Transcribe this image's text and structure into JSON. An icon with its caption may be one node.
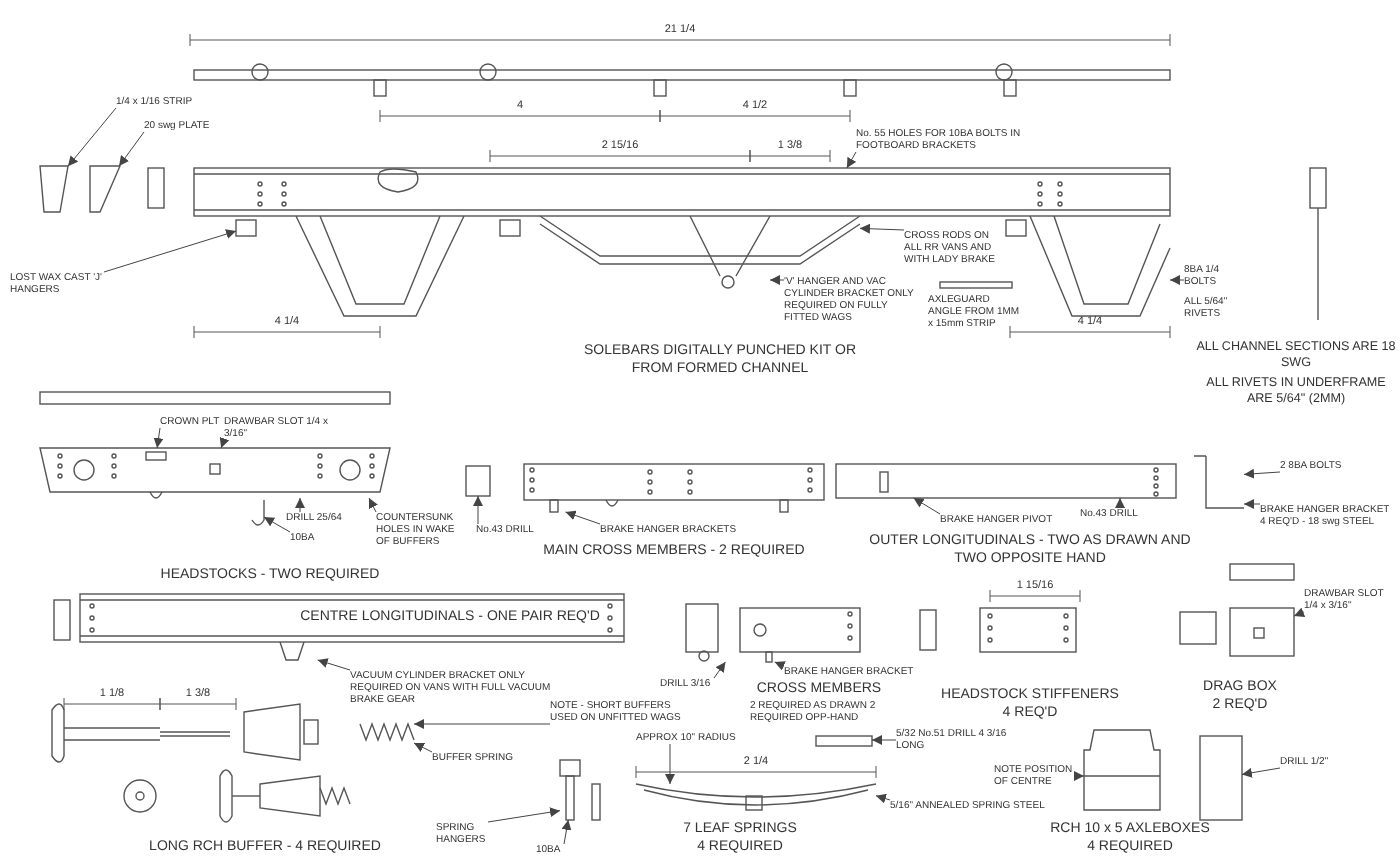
{
  "diagram": {
    "nodes": [
      {
        "text": [
          "1/4 x 1/16 STRIP"
        ]
      },
      {
        "text": [
          "20 swg PLATE"
        ]
      },
      {
        "text": [
          "LOST WAX CAST 'J' HANGERS"
        ]
      },
      {
        "text": [
          "No. 55 HOLES FOR 10BA BOLTS IN FOOTBOARD BRACKETS"
        ]
      },
      {
        "text": [
          "'V' HANGER AND VAC CYLINDER BRACKET ONLY REQUIRED ON FULLY FITTED WAGS"
        ]
      },
      {
        "text": [
          "CROSS RODS ON ALL RR VANS AND WITH LADY BRAKE"
        ]
      },
      {
        "text": [
          "8BA 1/4 BOLTS"
        ]
      },
      {
        "text": [
          "DRAWBAR SLOT 1/4 x 3/16\""
        ]
      },
      {
        "text": [
          "CROWN PLT"
        ]
      },
      {
        "text": [
          "DRILL 25/64"
        ]
      },
      {
        "text": [
          "10BA"
        ]
      },
      {
        "text": [
          "COUNTERSUNK HOLES IN WAKE OF BUFFERS"
        ]
      },
      {
        "text": [
          "No.43 DRILL"
        ]
      },
      {
        "text": [
          "BRAKE HANGER BRACKETS"
        ]
      },
      {
        "text": [
          "BRAKE HANGER PIVOT"
        ]
      },
      {
        "text": [
          "No.43 DRILL"
        ]
      },
      {
        "text": [
          "2 8BA BOLTS"
        ]
      },
      {
        "text": [
          "BRAKE HANGER BRACKET 4 REQ'D - 18 swg STEEL"
        ]
      },
      {
        "text": [
          "DRILL 3/16"
        ]
      },
      {
        "text": [
          "BRAKE HANGER BRACKET"
        ]
      },
      {
        "text": [
          "DRAWBAR SLOT 1/4 x 3/16\""
        ]
      },
      {
        "text": [
          "VACUUM CYLINDER BRACKET ONLY REQUIRED ON VANS WITH FULL VACUUM BRAKE GEAR"
        ]
      },
      {
        "text": [
          "NOTE - SHORT BUFFERS USED ON UNFITTED WAGS"
        ]
      },
      {
        "text": [
          "BUFFER SPRING"
        ]
      },
      {
        "text": [
          "SPRING HANGERS"
        ]
      },
      {
        "text": [
          "10BA"
        ]
      },
      {
        "text": [
          "APPROX 10\" RADIUS"
        ]
      },
      {
        "text": [
          "5/16\" ANNEALED SPRING STEEL"
        ]
      },
      {
        "text": [
          "5/32 No.51 DRILL 4 3/16 LONG"
        ]
      },
      {
        "text": [
          "NOTE POSITION OF CENTRE"
        ]
      },
      {
        "text": [
          "DRILL 1/2\""
        ]
      },
      {
        "text": [],
        "shape": "picture"
      },
      {
        "text": [],
        "shape": "picture"
      },
      {
        "text": [],
        "shape": "box"
      },
      {
        "text": [],
        "shape": "picture"
      },
      {
        "text": [],
        "shape": "picture"
      },
      {
        "text": [],
        "shape": "picture"
      },
      {
        "text": [],
        "shape": "picture"
      },
      {
        "text": [],
        "shape": "picture"
      },
      {
        "text": [],
        "shape": "picture"
      },
      {
        "text": [],
        "shape": "picture"
      },
      {
        "text": [],
        "shape": "picture"
      },
      {
        "text": [],
        "shape": "picture"
      },
      {
        "text": [],
        "shape": "picture"
      },
      {
        "text": [],
        "shape": "picture"
      },
      {
        "text": [],
        "shape": "picture"
      },
      {
        "text": [],
        "shape": "picture"
      },
      {
        "text": [],
        "shape": "picture"
      },
      {
        "text": [],
        "shape": "picture"
      },
      {
        "text": [],
        "shape": "picture"
      },
      {
        "text": [],
        "shape": "picture"
      },
      {
        "text": [],
        "shape": "picture"
      },
      {
        "text": [],
        "shape": "box"
      }
    ],
    "edges": [
      {
        "from": 0,
        "to": 31,
        "arrow": "to"
      },
      {
        "from": 1,
        "to": 32,
        "arrow": "to"
      },
      {
        "from": 2,
        "to": 33,
        "arrow": "to"
      },
      {
        "from": 3,
        "to": 34,
        "arrow": "to"
      },
      {
        "from": 4,
        "to": 35,
        "arrow": "to"
      },
      {
        "from": 5,
        "to": 36,
        "arrow": "to"
      },
      {
        "from": 6,
        "to": 37,
        "arrow": "to"
      },
      {
        "from": 7,
        "to": 38,
        "arrow": "to"
      },
      {
        "from": 8,
        "to": 38,
        "arrow": "to"
      },
      {
        "from": 9,
        "to": 38,
        "arrow": "to"
      },
      {
        "from": 10,
        "to": 39,
        "arrow": "to"
      },
      {
        "from": 11,
        "to": 38,
        "arrow": "to"
      },
      {
        "from": 12,
        "to": 40,
        "arrow": "to"
      },
      {
        "from": 13,
        "to": 41,
        "arrow": "to"
      },
      {
        "from": 14,
        "to": 42,
        "arrow": "to"
      },
      {
        "from": 15,
        "to": 42,
        "arrow": "to"
      },
      {
        "from": 16,
        "to": 43,
        "arrow": "to"
      },
      {
        "from": 17,
        "to": 43,
        "arrow": "to"
      },
      {
        "from": 18,
        "to": 44,
        "arrow": "to"
      },
      {
        "from": 19,
        "to": 44,
        "arrow": "to"
      },
      {
        "from": 20,
        "to": 45,
        "arrow": "to"
      },
      {
        "from": 21,
        "to": 46,
        "arrow": "to"
      },
      {
        "from": 22,
        "to": 47,
        "arrow": "to"
      },
      {
        "from": 23,
        "to": 47,
        "arrow": "to"
      },
      {
        "from": 24,
        "to": 48,
        "arrow": "to"
      },
      {
        "from": 25,
        "to": 48,
        "arrow": "to"
      },
      {
        "from": 26,
        "to": 49,
        "arrow": "to"
      },
      {
        "from": 27,
        "to": 49,
        "arrow": "to"
      },
      {
        "from": 28,
        "to": 50,
        "arrow": "to"
      },
      {
        "from": 29,
        "to": 51,
        "arrow": "to"
      },
      {
        "from": 30,
        "to": 52,
        "arrow": "to"
      }
    ],
    "labels": [
      "SOLEBARS DIGITALLY PUNCHED KIT OR FROM FORMED CHANNEL",
      "ALL CHANNEL SECTIONS ARE 18 SWG",
      "ALL RIVETS IN UNDERFRAME ARE 5/64\" (2MM)",
      "AXLEGUARD ANGLE FROM 1MM x 15mm STRIP",
      "ALL 5/64\" RIVETS",
      "HEADSTOCKS - TWO REQUIRED",
      "MAIN CROSS MEMBERS - 2 REQUIRED",
      "OUTER LONGITUDINALS - TWO AS DRAWN AND TWO OPPOSITE HAND",
      "CENTRE LONGITUDINALS - ONE PAIR REQ'D",
      "CROSS MEMBERS",
      "2 REQUIRED AS DRAWN 2 REQUIRED OPP-HAND",
      "HEADSTOCK STIFFENERS",
      "4 REQ'D",
      "DRAG BOX",
      "2 REQ'D",
      "7 LEAF SPRINGS",
      "RCH 10 x 5 AXLEBOXES",
      "LONG RCH BUFFER - 4 REQUIRED",
      "4 REQUIRED",
      "4 REQUIRED",
      "21 1/4",
      "4",
      "4 1/2",
      "2 15/16",
      "1 3/8",
      "4 1/4",
      "4 1/4",
      "1 15/16",
      "2 1/4",
      "1 1/8",
      "1 3/8"
    ]
  }
}
